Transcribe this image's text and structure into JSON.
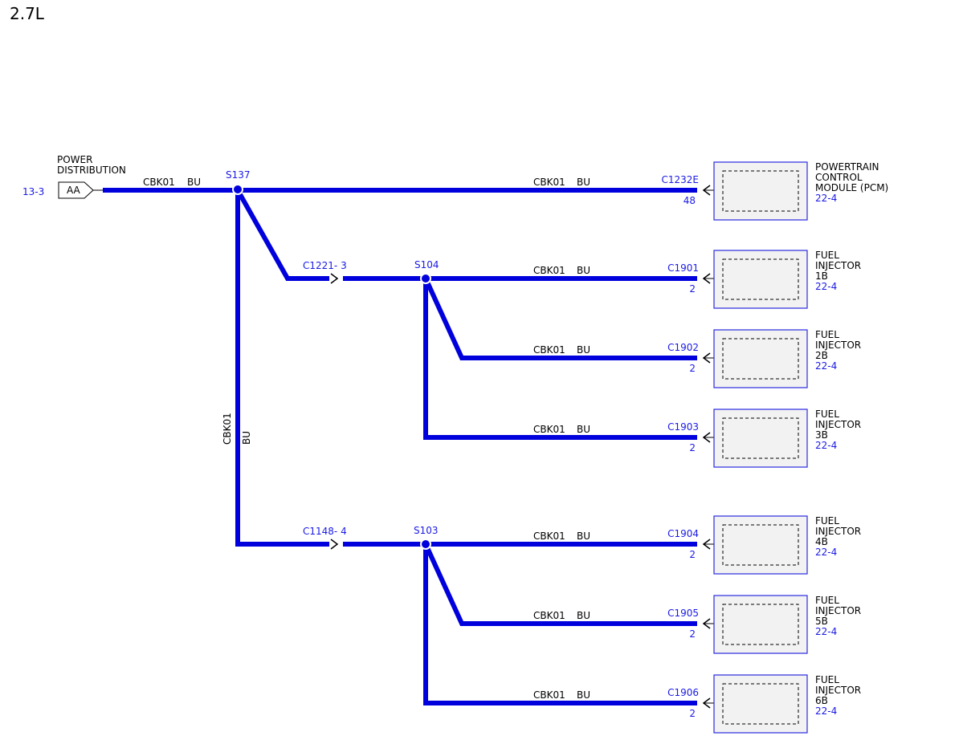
{
  "title": "2.7L",
  "colors": {
    "wire": "#0000dd",
    "ref_text": "#1a1ae6",
    "component_fill": "#f2f2f2",
    "component_border": "#2a2ae0"
  },
  "source": {
    "page_ref": "13-3",
    "connector": "AA",
    "name_line1": "POWER",
    "name_line2": "DISTRIBUTION",
    "wire_code": "CBK01",
    "wire_color": "BU"
  },
  "splices": {
    "s137": "S137",
    "s104": "S104",
    "s103": "S103"
  },
  "inline_connectors": {
    "c1221": {
      "id": "C1221",
      "pin": "3"
    },
    "c1148": {
      "id": "C1148",
      "pin": "4"
    }
  },
  "vertical_wire": {
    "code": "CBK01",
    "color": "BU"
  },
  "loads": [
    {
      "connector": "C1232E",
      "pin": "48",
      "wire_code": "CBK01",
      "wire_color": "BU",
      "name_lines": [
        "POWERTRAIN",
        "CONTROL",
        "MODULE (PCM)"
      ],
      "page_ref": "22-4"
    },
    {
      "connector": "C1901",
      "pin": "2",
      "wire_code": "CBK01",
      "wire_color": "BU",
      "name_lines": [
        "FUEL",
        "INJECTOR",
        "1B"
      ],
      "page_ref": "22-4"
    },
    {
      "connector": "C1902",
      "pin": "2",
      "wire_code": "CBK01",
      "wire_color": "BU",
      "name_lines": [
        "FUEL",
        "INJECTOR",
        "2B"
      ],
      "page_ref": "22-4"
    },
    {
      "connector": "C1903",
      "pin": "2",
      "wire_code": "CBK01",
      "wire_color": "BU",
      "name_lines": [
        "FUEL",
        "INJECTOR",
        "3B"
      ],
      "page_ref": "22-4"
    },
    {
      "connector": "C1904",
      "pin": "2",
      "wire_code": "CBK01",
      "wire_color": "BU",
      "name_lines": [
        "FUEL",
        "INJECTOR",
        "4B"
      ],
      "page_ref": "22-4"
    },
    {
      "connector": "C1905",
      "pin": "2",
      "wire_code": "CBK01",
      "wire_color": "BU",
      "name_lines": [
        "FUEL",
        "INJECTOR",
        "5B"
      ],
      "page_ref": "22-4"
    },
    {
      "connector": "C1906",
      "pin": "2",
      "wire_code": "CBK01",
      "wire_color": "BU",
      "name_lines": [
        "FUEL",
        "INJECTOR",
        "6B"
      ],
      "page_ref": "22-4"
    }
  ]
}
